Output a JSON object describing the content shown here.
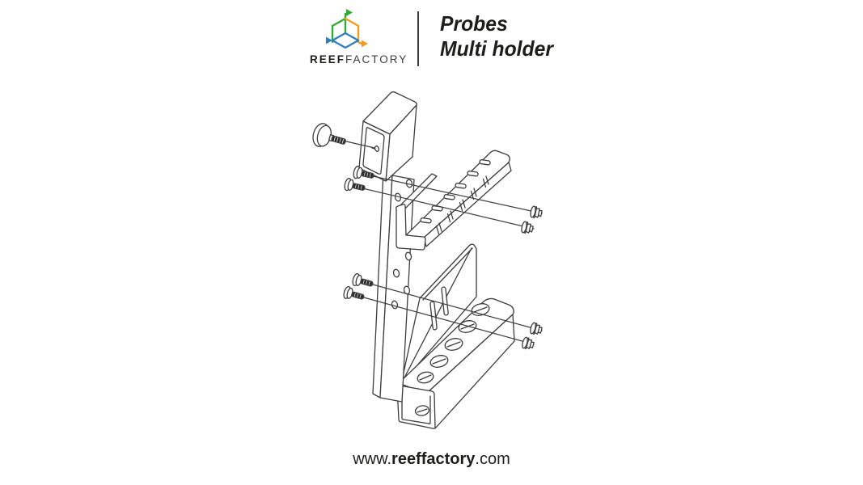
{
  "page": {
    "background": "#ffffff"
  },
  "header": {
    "logo": {
      "brand_bold": "REEF",
      "brand_regular": "FACTORY",
      "cube_colors": {
        "green": "#35a936",
        "orange": "#f39b1d",
        "blue": "#2e7fc2"
      }
    },
    "divider_color": "#3a3a3a",
    "product_title": {
      "line1": "Probes",
      "line2": "Multi holder"
    }
  },
  "diagram": {
    "type": "exploded-assembly-line-drawing",
    "line_color": "#3d3d3d",
    "parts": [
      "thumb-screw",
      "mounting-hook-bracket",
      "vertical-plate",
      "probe-comb-bracket",
      "probe-channel-bracket",
      "countersunk-screw-upper-1",
      "countersunk-screw-upper-2",
      "countersunk-screw-lower-1",
      "countersunk-screw-lower-2",
      "star-wing-nut-upper-1",
      "star-wing-nut-upper-2",
      "star-wing-nut-lower-1",
      "star-wing-nut-lower-2"
    ]
  },
  "footer": {
    "website_prefix": "www.",
    "website_name": "reeffactory",
    "website_suffix": ".com"
  }
}
